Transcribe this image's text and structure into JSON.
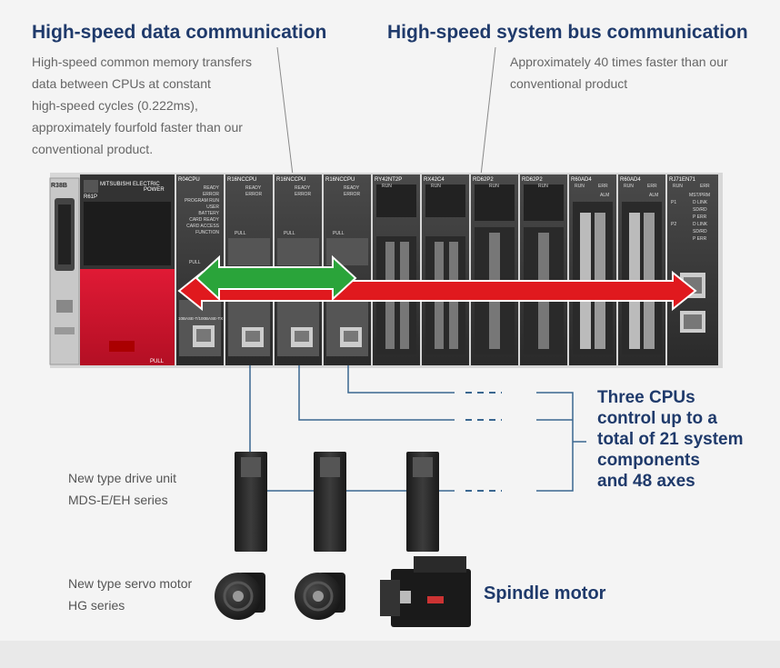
{
  "left_feature": {
    "title": "High-speed data communication",
    "lines": [
      "High-speed common memory transfers",
      "data between CPUs at constant",
      "high-speed cycles (0.222ms),",
      "approximately fourfold faster than our",
      "conventional product."
    ]
  },
  "right_feature": {
    "title": "High-speed system bus communication",
    "lines": [
      "Approximately 40 times faster than our",
      "conventional product"
    ]
  },
  "plc": {
    "base_label": "R38B",
    "power_module": {
      "model": "R61P",
      "brand": "MITSUBISHI ELECTRIC",
      "power_label": "POWER",
      "pull_label": "PULL"
    },
    "cpu_main": {
      "model": "R04CPU",
      "status": [
        "READY",
        "ERROR",
        "PROGRAM RUN",
        "USER",
        "BATTERY",
        "CARD READY",
        "CARD ACCESS",
        "FUNCTION"
      ],
      "pull_label": "PULL",
      "port_label": "10BASE-T/100BASE-TX"
    },
    "cpu_nc": [
      {
        "model": "R16NCCPU",
        "status": [
          "READY",
          "ERROR"
        ],
        "pull_label": "PULL"
      },
      {
        "model": "R16NCCPU",
        "status": [
          "READY",
          "ERROR"
        ],
        "pull_label": "PULL"
      },
      {
        "model": "R16NCCPU",
        "status": [
          "READY",
          "ERROR"
        ],
        "pull_label": "PULL"
      }
    ],
    "io_modules": [
      {
        "model": "RY42NT2P",
        "run": "RUN"
      },
      {
        "model": "RX42C4",
        "run": "RUN"
      },
      {
        "model": "RD62P2",
        "run": "RUN"
      },
      {
        "model": "RD62P2",
        "run": "RUN"
      },
      {
        "model": "R60AD4",
        "run": "RUN",
        "err": "ERR",
        "alm": "ALM"
      },
      {
        "model": "R60AD4",
        "run": "RUN",
        "err": "ERR",
        "alm": "ALM"
      }
    ],
    "network_module": {
      "model": "RJ71EN71",
      "run": "RUN",
      "err": "ERR",
      "labels": [
        "MST/PRM",
        "P1",
        "D LINK",
        "SD/RD",
        "P ERR",
        "P2",
        "D LINK",
        "SD/RD",
        "P ERR"
      ]
    }
  },
  "callout": {
    "lines": [
      "Three CPUs",
      "control up to a",
      "total of 21 system",
      "components",
      "and 48 axes"
    ]
  },
  "drive_unit": {
    "lines": [
      "New type drive unit",
      "MDS-E/EH series"
    ]
  },
  "servo_motor": {
    "lines": [
      "New type servo motor",
      "HG series"
    ]
  },
  "spindle": {
    "label": "Spindle motor"
  },
  "colors": {
    "heading": "#1f3a6b",
    "green_arrow": "#2aa43a",
    "red_arrow": "#e0191e",
    "module_red": "#d2132a"
  }
}
